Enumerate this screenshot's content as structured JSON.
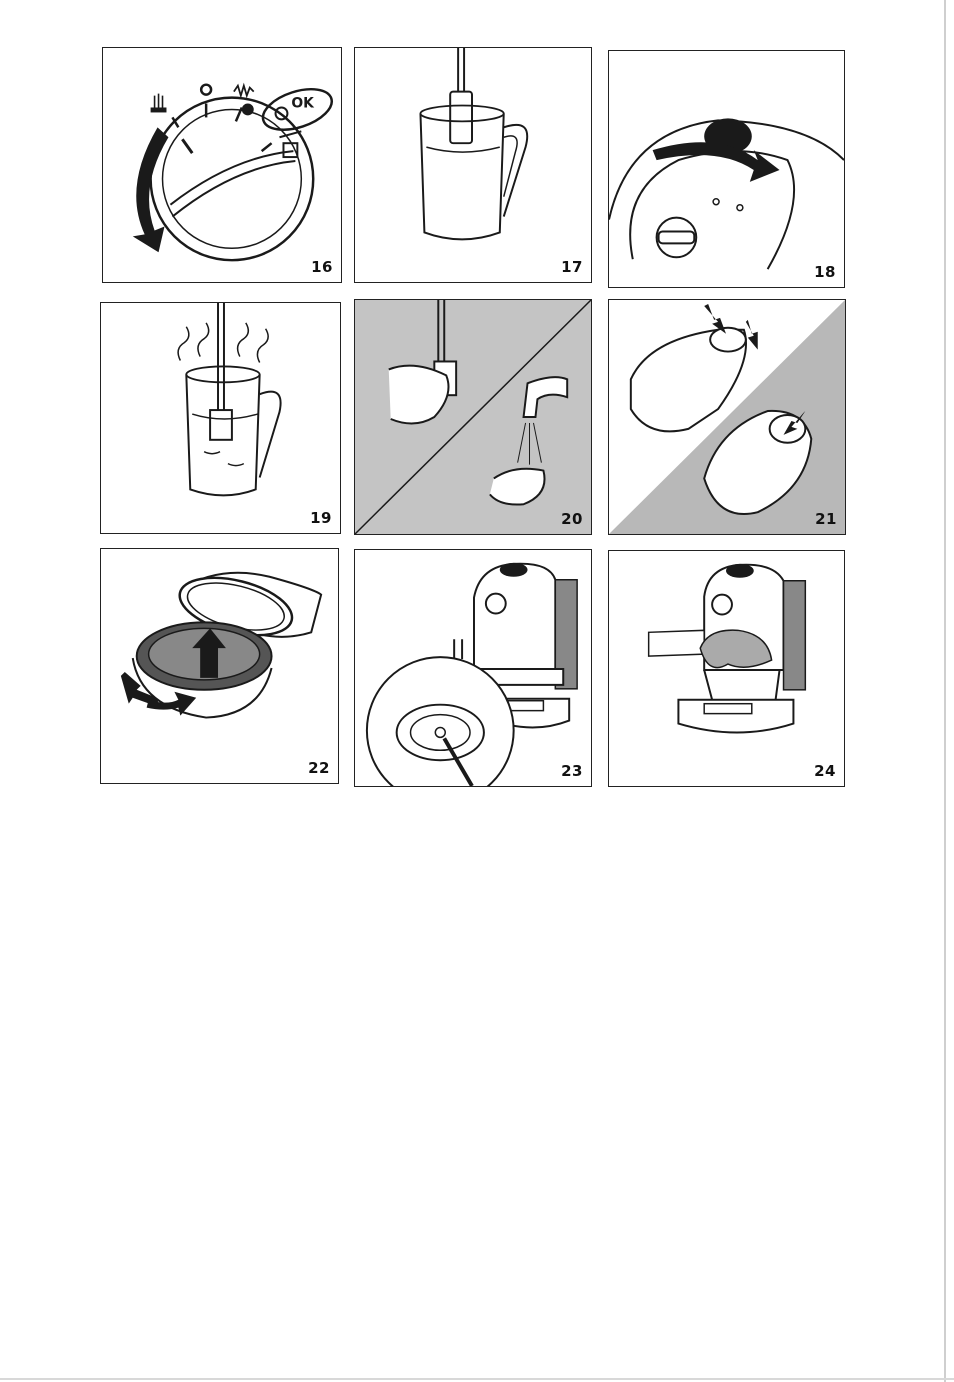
{
  "figures": {
    "f16": {
      "number": "16",
      "ok_label": "OK"
    },
    "f17": {
      "number": "17"
    },
    "f18": {
      "number": "18"
    },
    "f19": {
      "number": "19"
    },
    "f20": {
      "number": "20"
    },
    "f21": {
      "number": "21"
    },
    "f22": {
      "number": "22"
    },
    "f23": {
      "number": "23"
    },
    "f24": {
      "number": "24"
    }
  },
  "colors": {
    "line": "#1a1a1a",
    "shade": "#b8b8b8",
    "dark": "#222222"
  },
  "icons": [
    "steam-icon",
    "off-icon",
    "heating-icon",
    "ready-light-icon",
    "coffee-icon",
    "arrow-icon"
  ]
}
